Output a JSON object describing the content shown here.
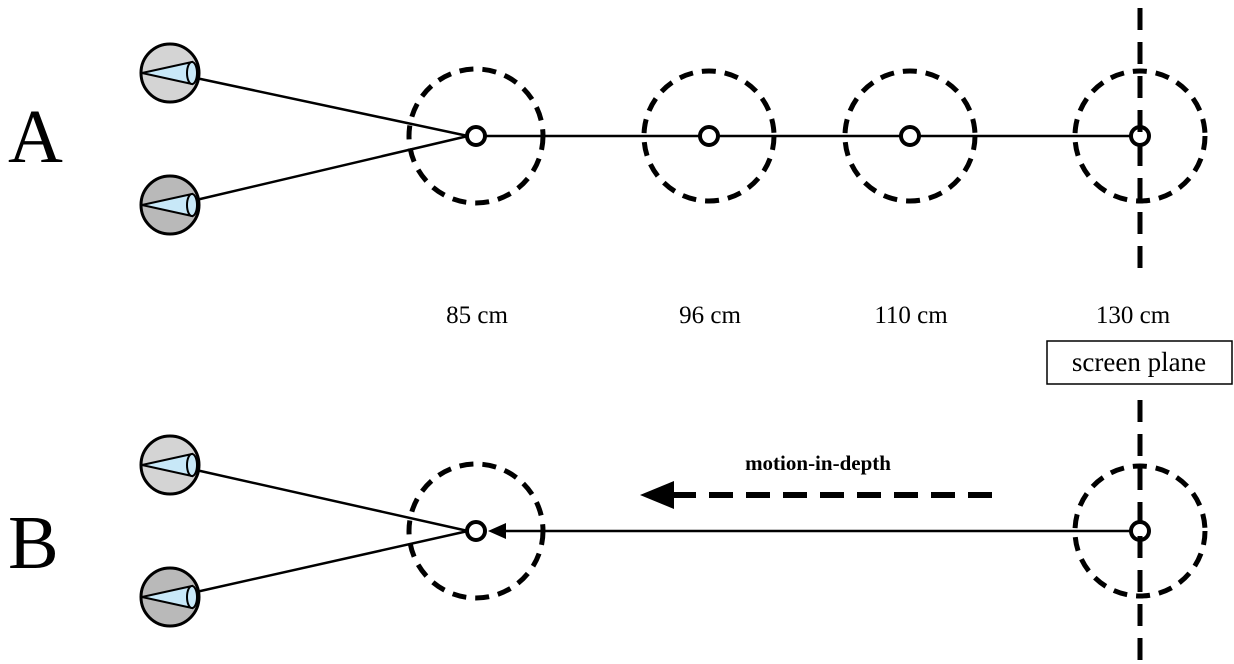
{
  "panels": [
    {
      "letter": "A",
      "distance_labels": [
        "85 cm",
        "96 cm",
        "110 cm",
        "130 cm"
      ]
    },
    {
      "letter": "B",
      "motion_label": "motion-in-depth"
    }
  ],
  "screen_plane_label": "screen plane",
  "colors": {
    "ink": "#000000",
    "eye_top": "#d4d4d4",
    "eye_bottom": "#b9b9b9",
    "eye_lens": "#c8e8f8"
  }
}
